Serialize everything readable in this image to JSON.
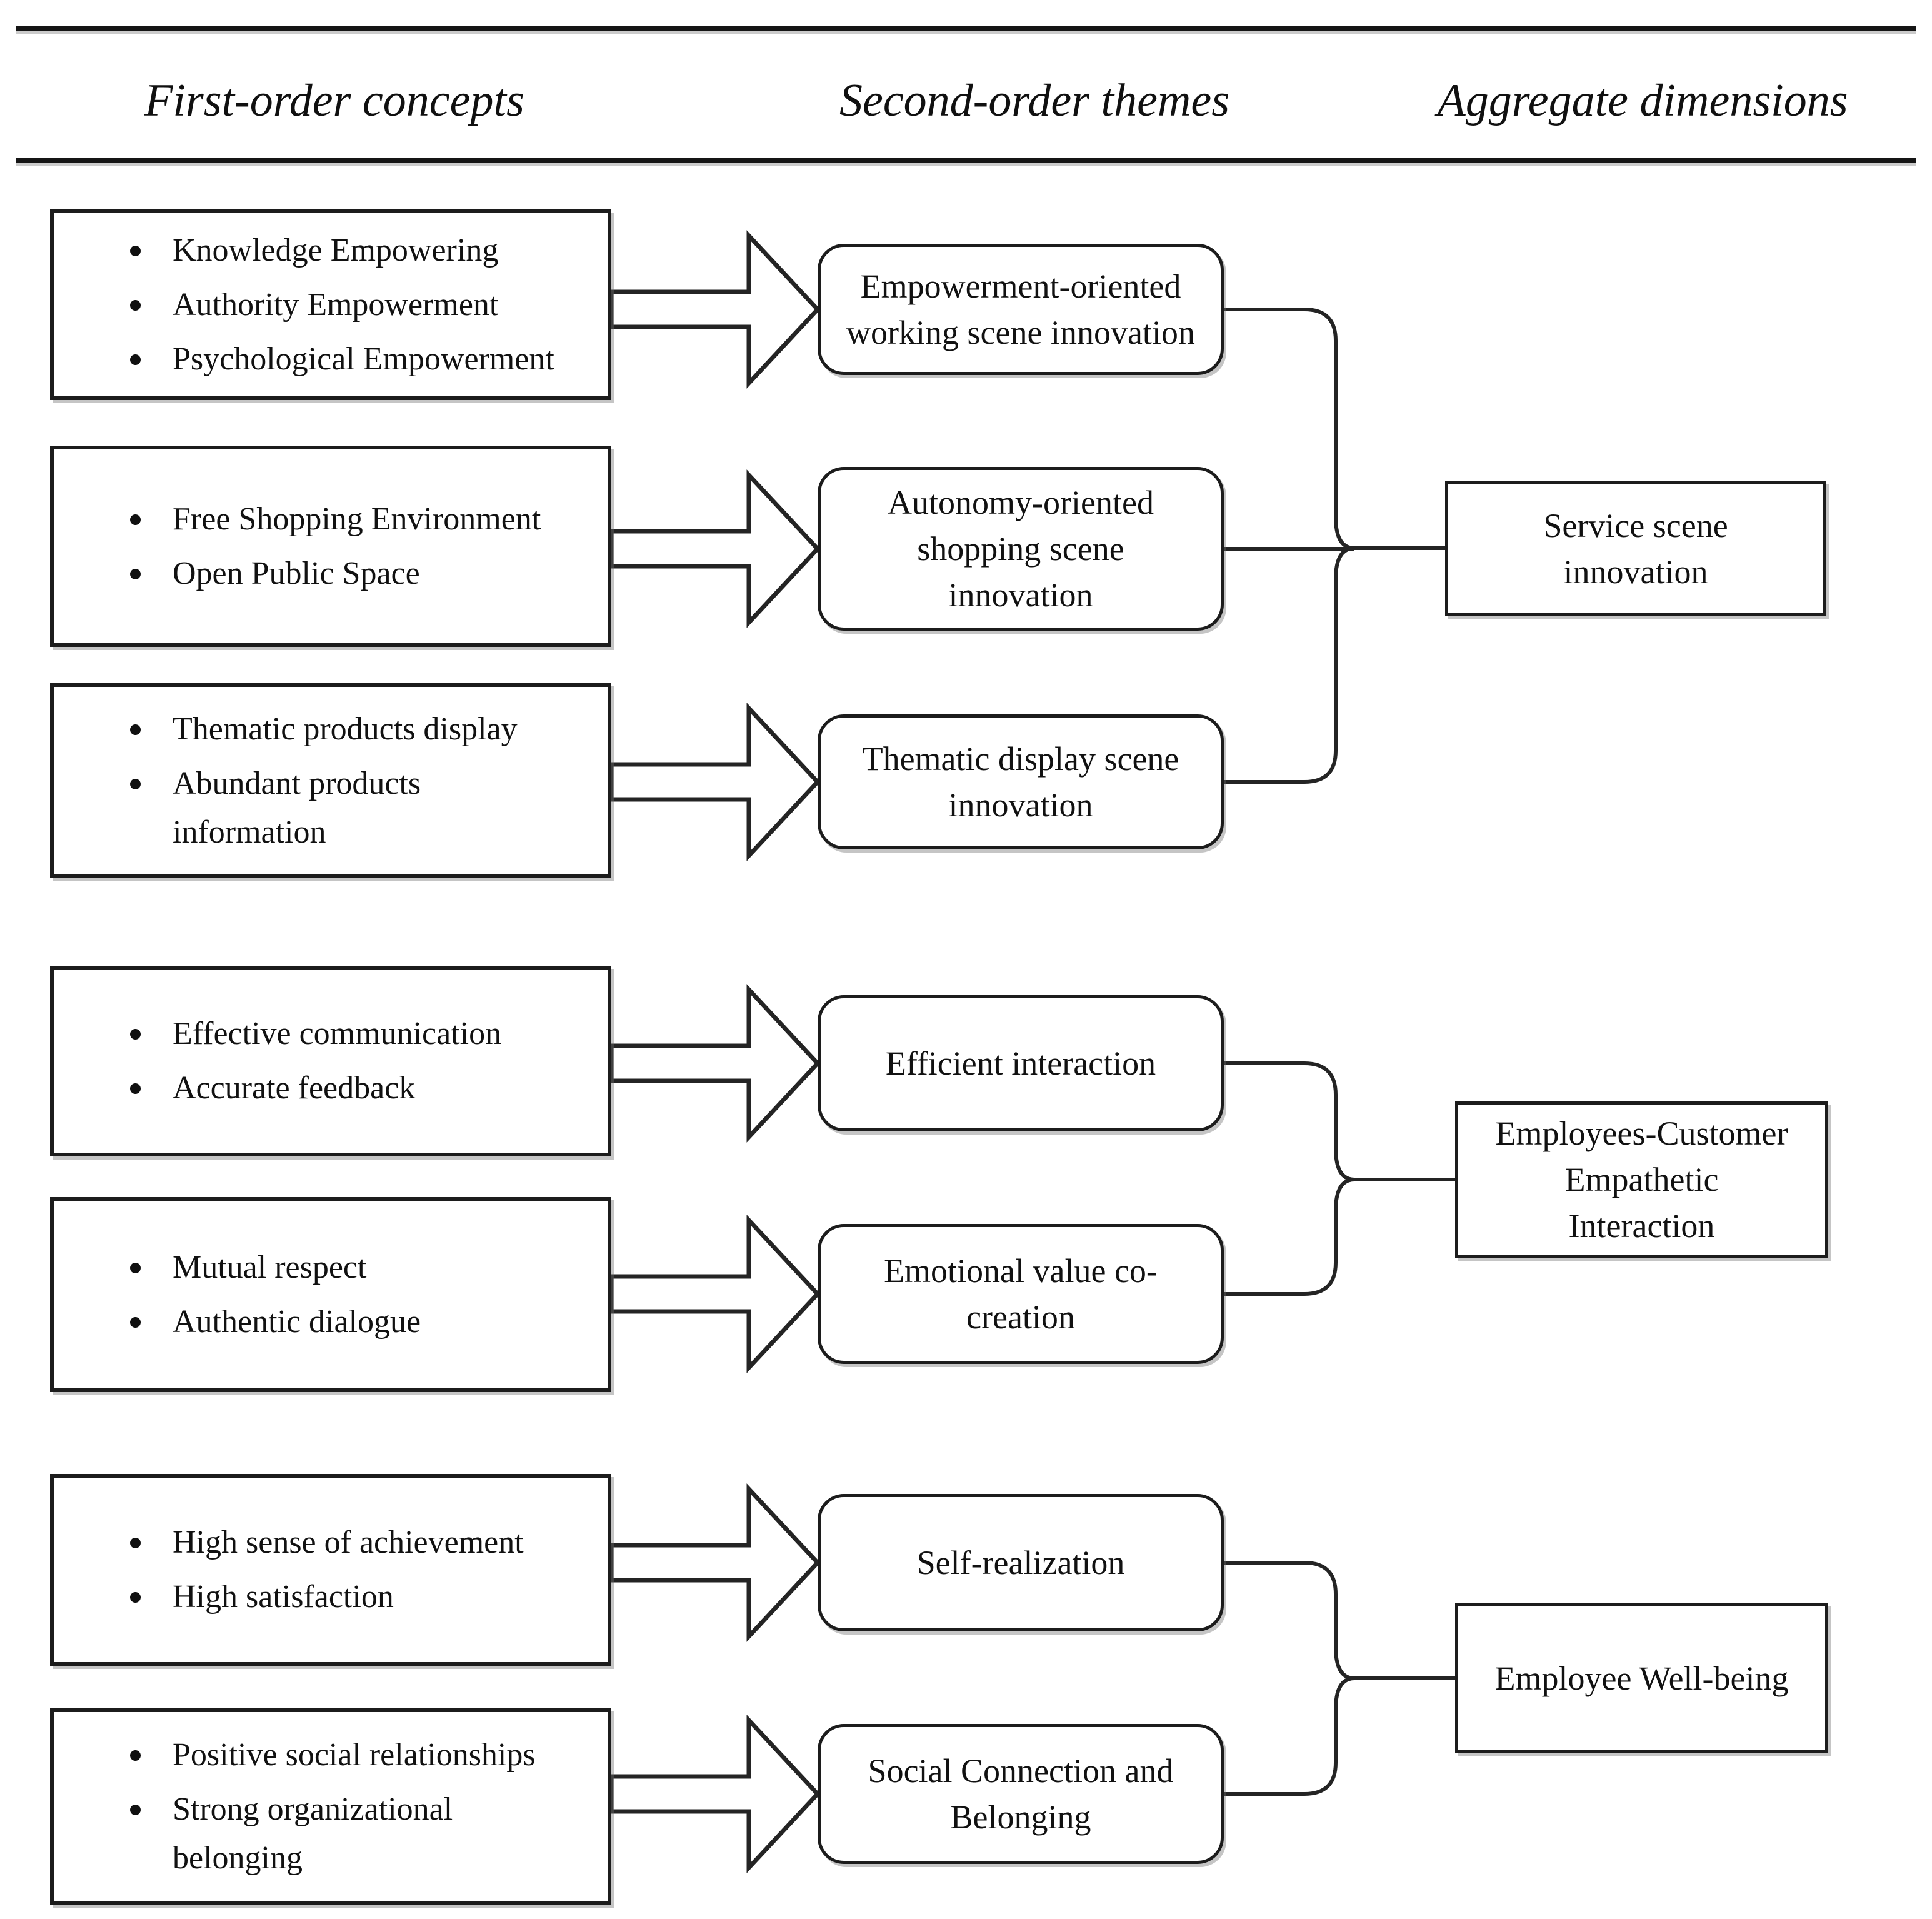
{
  "header": {
    "columns": [
      "First-order concepts",
      "Second-order themes",
      "Aggregate dimensions"
    ]
  },
  "groups": [
    {
      "aggregate": "Service scene\ninnovation",
      "rows": [
        {
          "concepts": [
            "Knowledge Empowering",
            "Authority Empowerment",
            "Psychological Empowerment"
          ],
          "theme": "Empowerment-oriented\nworking scene innovation"
        },
        {
          "concepts": [
            "Free Shopping Environment",
            "Open Public Space"
          ],
          "theme": "Autonomy-oriented\nshopping scene\ninnovation"
        },
        {
          "concepts": [
            "Thematic products display",
            "Abundant products\ninformation"
          ],
          "theme": "Thematic display scene\ninnovation"
        }
      ]
    },
    {
      "aggregate": "Employees-Customer\nEmpathetic\nInteraction",
      "rows": [
        {
          "concepts": [
            "Effective communication",
            "Accurate feedback"
          ],
          "theme": "Efficient interaction"
        },
        {
          "concepts": [
            "Mutual respect",
            "Authentic dialogue"
          ],
          "theme": "Emotional value co-\ncreation"
        }
      ]
    },
    {
      "aggregate": "Employee Well-being",
      "rows": [
        {
          "concepts": [
            "High sense of achievement",
            "High satisfaction"
          ],
          "theme": "Self-realization"
        },
        {
          "concepts": [
            "Positive social relationships",
            "Strong organizational\nbelonging"
          ],
          "theme": "Social Connection and\nBelonging"
        }
      ]
    }
  ]
}
